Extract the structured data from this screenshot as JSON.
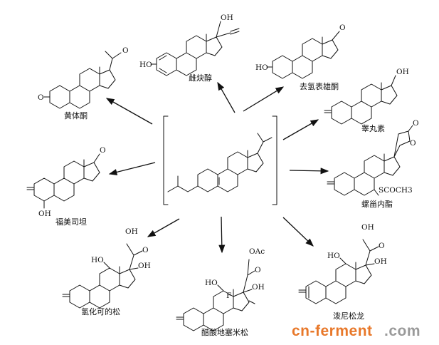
{
  "center": {
    "label": ""
  },
  "compounds": [
    {
      "id": "progesterone",
      "name": "黄体酮",
      "atoms": [
        "O",
        "O"
      ]
    },
    {
      "id": "ethinylestradiol",
      "name": "雌炔醇",
      "atoms": [
        "OH",
        "HO"
      ]
    },
    {
      "id": "dehydroepiandrosterone",
      "name": "去氢表雄酮",
      "atoms": [
        "O",
        "HO"
      ]
    },
    {
      "id": "testosterone",
      "name": "睾丸素",
      "atoms": [
        "OH"
      ]
    },
    {
      "id": "formestane",
      "name": "福美司坦",
      "atoms": [
        "O",
        "OH"
      ]
    },
    {
      "id": "spironolactone",
      "name": "螺甾内酯",
      "atoms": [
        "O",
        "O",
        "SCOCH3"
      ]
    },
    {
      "id": "hydrocortisone",
      "name": "氢化可的松",
      "atoms": [
        "OH",
        "HO",
        "O",
        "OH"
      ]
    },
    {
      "id": "dexamethasone-acetate",
      "name": "醋酸地塞米松",
      "atoms": [
        "OAc",
        "HO",
        "O",
        "OH",
        "F"
      ]
    },
    {
      "id": "prednisolone",
      "name": "泼尼松龙",
      "atoms": [
        "OH",
        "HO",
        "O",
        "OH"
      ]
    }
  ],
  "watermark": {
    "part1": "cn-ferment",
    "part2": ".com"
  }
}
